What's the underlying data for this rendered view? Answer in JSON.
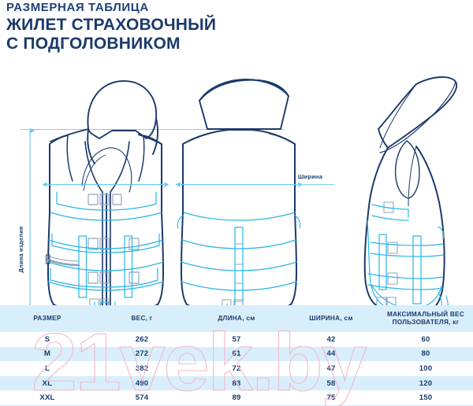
{
  "header": {
    "subtitle": "РАЗМЕРНАЯ ТАБЛИЦА",
    "title_line1": "ЖИЛЕТ СТРАХОВОЧНЫЙ",
    "title_line2": "С ПОДГОЛОВНИКОМ",
    "title_color": "#1b3a6b",
    "subtitle_color": "#1f3f78"
  },
  "diagram": {
    "length_label": "Длина изделия",
    "width_label": "Ширина",
    "outline_color": "#1b3a6b",
    "accent_color": "#29b6e8",
    "dimension_color": "#5fc8f0",
    "strap_hardware_color": "#8fa3bd",
    "views": [
      {
        "name": "front-view",
        "caption": ""
      },
      {
        "name": "back-view",
        "caption": ""
      },
      {
        "name": "side-view",
        "caption": ""
      }
    ]
  },
  "table": {
    "header_bg": "#d9eefb",
    "band_bg": "#d9eefb",
    "text_color": "#1b3a6b",
    "columns": [
      {
        "key": "size",
        "label": "РАЗМЕР",
        "label2": ""
      },
      {
        "key": "weight",
        "label": "ВЕС, г",
        "label2": ""
      },
      {
        "key": "length",
        "label": "ДЛИНА, см",
        "label2": ""
      },
      {
        "key": "width",
        "label": "ШИРИНА, см",
        "label2": ""
      },
      {
        "key": "maxuser",
        "label": "МАКСИМАЛЬНЫЙ ВЕС",
        "label2": "ПОЛЬЗОВАТЕЛЯ, кг"
      }
    ],
    "rows": [
      {
        "size": "S",
        "weight": "262",
        "length": "57",
        "width": "42",
        "maxuser": "60"
      },
      {
        "size": "M",
        "weight": "272",
        "length": "61",
        "width": "44",
        "maxuser": "80"
      },
      {
        "size": "L",
        "weight": "382",
        "length": "72",
        "width": "47",
        "maxuser": "100"
      },
      {
        "size": "XL",
        "weight": "490",
        "length": "83",
        "width": "58",
        "maxuser": "120"
      },
      {
        "size": "XXL",
        "weight": "574",
        "length": "89",
        "width": "75",
        "maxuser": "150"
      }
    ]
  },
  "watermark": {
    "text": "21vek.by",
    "color": "#f3b9c8"
  }
}
